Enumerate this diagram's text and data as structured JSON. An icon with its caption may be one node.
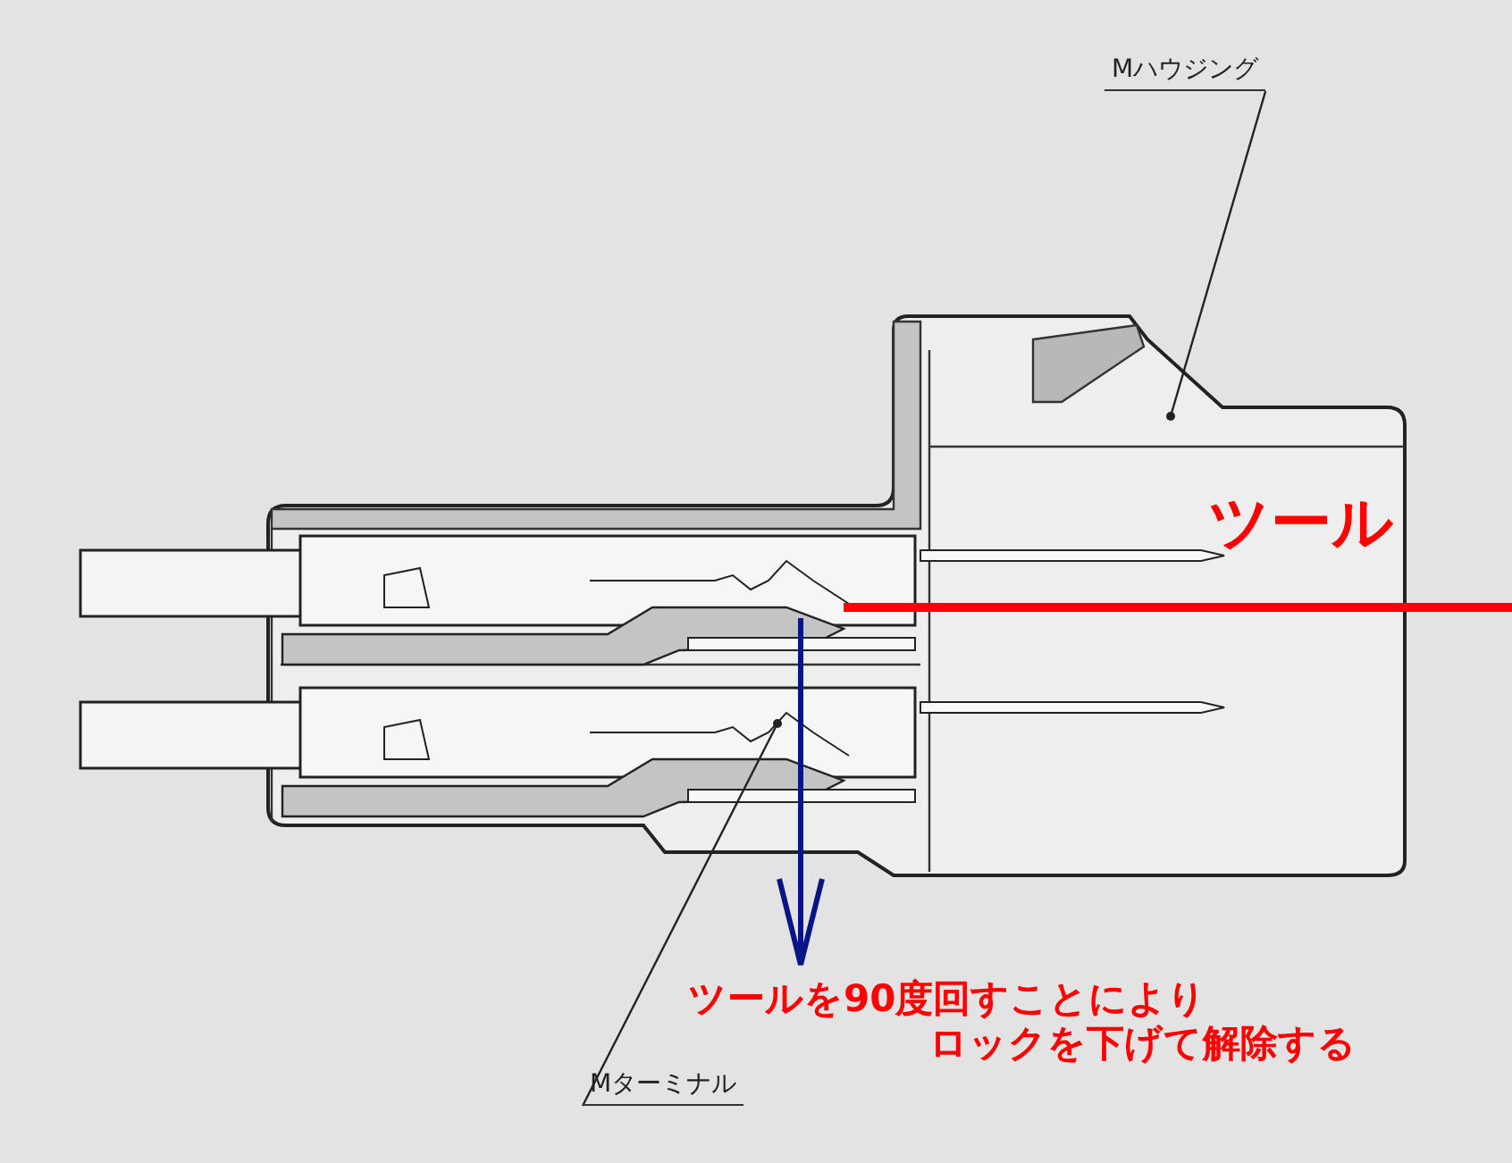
{
  "diagram": {
    "nodes": [
      {
        "text": [
          "Mハウジング"
        ]
      },
      {
        "text": [],
        "shape": "picture"
      },
      {
        "text": [
          "Mターミナル"
        ]
      },
      {
        "text": [],
        "shape": "picture"
      }
    ],
    "edges": [
      {
        "from": 0,
        "to": 1,
        "arrow": "other"
      },
      {
        "from": 2,
        "to": 3,
        "arrow": "other"
      }
    ],
    "labels": [
      "ツール",
      "ツールを90度回すことにより",
      "ロックを下げて解除する"
    ]
  }
}
